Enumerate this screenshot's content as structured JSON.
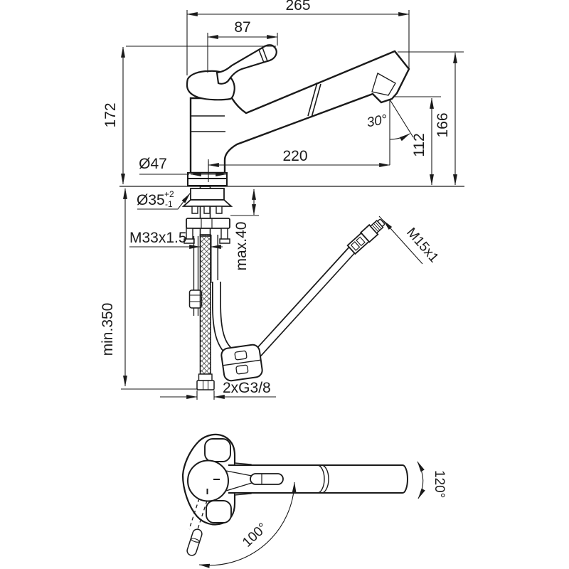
{
  "drawing": {
    "kind": "technical-dimension-drawing",
    "subject": "single-lever kitchen mixer tap with pull-out spray head, side installation view and top swivel view",
    "units": "mm",
    "colors": {
      "line": "#1a1a1a",
      "background": "#ffffff"
    }
  },
  "dims": {
    "overall_width": "265",
    "handle_projection": "87",
    "total_height": "172",
    "spout_top_height": "166",
    "outlet_height": "112",
    "spout_reach": "220",
    "spray_angle": "30°",
    "base_diameter": "Ø47",
    "mount_hole_diameter": "Ø35",
    "mount_hole_tol_upper": "+2",
    "mount_hole_tol_lower": "-1",
    "shank_thread": "M33x1.5",
    "max_deck_thickness": "max.40",
    "min_clearance": "min.350",
    "spray_hose_thread": "M15x1",
    "supply_connections": "2xG3/8",
    "spout_swivel_angle": "120°",
    "handle_swing_angle": "100°"
  }
}
